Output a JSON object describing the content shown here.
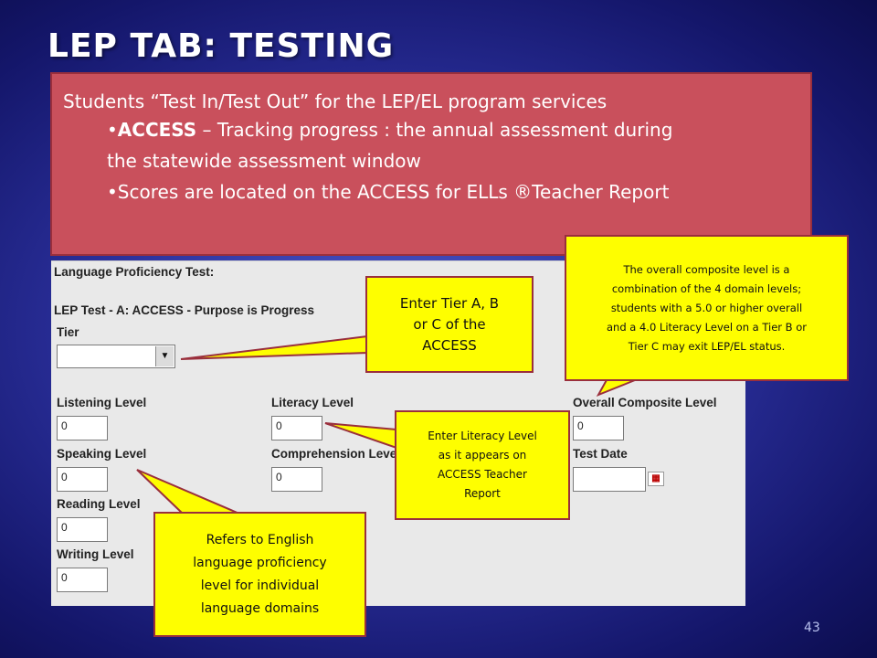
{
  "slide": {
    "title": "LEP TAB: TESTING",
    "page_number": "43"
  },
  "intro": {
    "lead": "Students “Test In/Test Out” for the LEP/EL program services",
    "bullet1_bold": "ACCESS",
    "bullet1_rest": " – Tracking progress : the annual assessment during",
    "bullet1_line2": "the statewide assessment window",
    "bullet2": "Scores are located on the ACCESS for ELLs ®Teacher Report",
    "bullet_char": "•"
  },
  "form": {
    "section_title": "Language Proficiency Test:",
    "test_heading": "LEP Test - A: ACCESS - Purpose is Progress",
    "tier_label": "Tier",
    "tier_value": "",
    "listening_label": "Listening Level",
    "listening_value": "0",
    "speaking_label": "Speaking Level",
    "speaking_value": "0",
    "reading_label": "Reading Level",
    "reading_value": "0",
    "writing_label": "Writing Level",
    "writing_value": "0",
    "literacy_label": "Literacy Level",
    "literacy_value": "0",
    "comprehension_label": "Comprehension Leve",
    "comprehension_value": "0",
    "overall_label": "Overall Composite Level",
    "overall_value": "0",
    "test_date_label": "Test Date",
    "test_date_value": ""
  },
  "callouts": {
    "tier": [
      "Enter Tier A, B",
      "or C of the",
      "ACCESS"
    ],
    "overall": [
      "The overall composite level is a",
      "combination of the 4 domain levels;",
      "students with a 5.0 or higher  overall",
      "and a 4.0 Literacy Level on a Tier B or",
      "Tier C may exit LEP/EL status."
    ],
    "literacy": [
      "Enter Literacy Level",
      "as it appears on",
      "ACCESS Teacher",
      "Report"
    ],
    "domains": [
      "Refers to English",
      "language proficiency",
      "level for individual",
      "language domains"
    ]
  },
  "colors": {
    "callout_fill": "#fefe00",
    "callout_border": "#9a2f3c",
    "red_box": "#c9505c"
  }
}
